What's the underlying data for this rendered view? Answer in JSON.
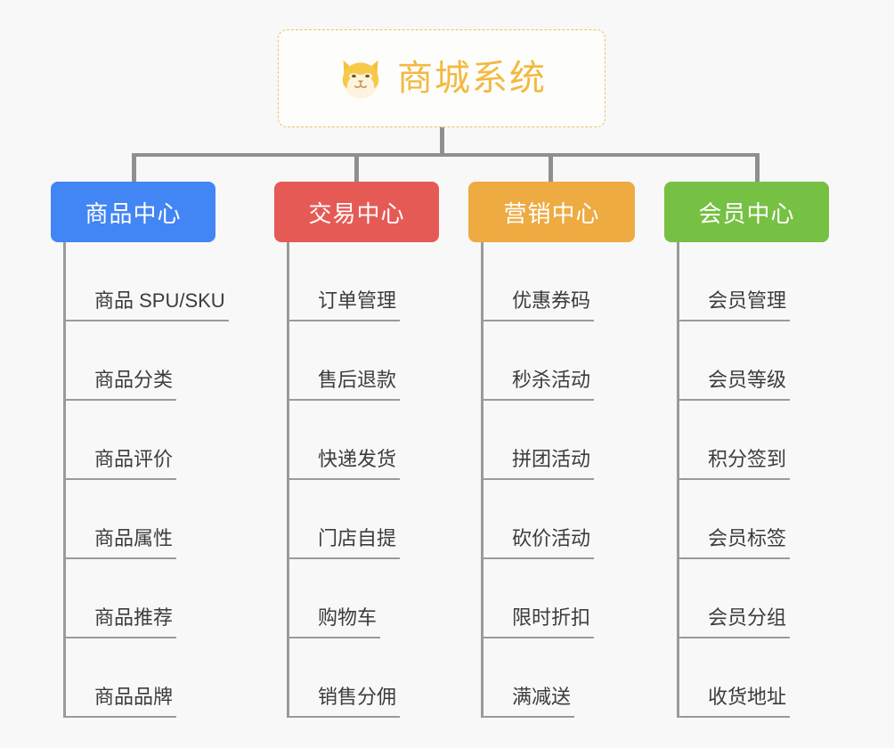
{
  "diagram": {
    "type": "org-chart",
    "root": {
      "title": "商城系统",
      "icon": "shiba-dog-icon",
      "border_color": "#f0c060",
      "text_color": "#f3b93f"
    },
    "connector_color": "#8f8f8f",
    "background": "#f8f8f8",
    "categories": [
      {
        "label": "商品中心",
        "color": "#4285f4",
        "items": [
          "商品 SPU/SKU",
          "商品分类",
          "商品评价",
          "商品属性",
          "商品推荐",
          "商品品牌"
        ]
      },
      {
        "label": "交易中心",
        "color": "#e65a55",
        "items": [
          "订单管理",
          "售后退款",
          "快递发货",
          "门店自提",
          "购物车",
          "销售分佣"
        ]
      },
      {
        "label": "营销中心",
        "color": "#edab42",
        "items": [
          "优惠券码",
          "秒杀活动",
          "拼团活动",
          "砍价活动",
          "限时折扣",
          "满减送"
        ]
      },
      {
        "label": "会员中心",
        "color": "#76c043",
        "items": [
          "会员管理",
          "会员等级",
          "积分签到",
          "会员标签",
          "会员分组",
          "收货地址"
        ]
      }
    ]
  }
}
